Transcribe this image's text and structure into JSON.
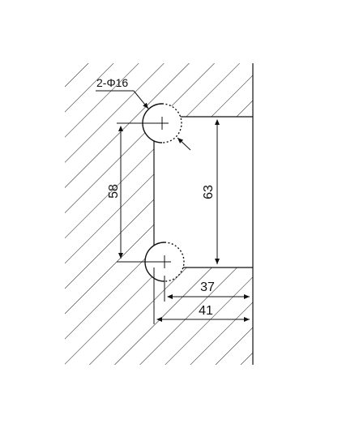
{
  "drawing": {
    "hole_callout": "2-Φ16",
    "dim_vertical_inner": "58",
    "dim_vertical_outer": "63",
    "dim_horizontal_inner": "37",
    "dim_horizontal_outer": "41"
  }
}
